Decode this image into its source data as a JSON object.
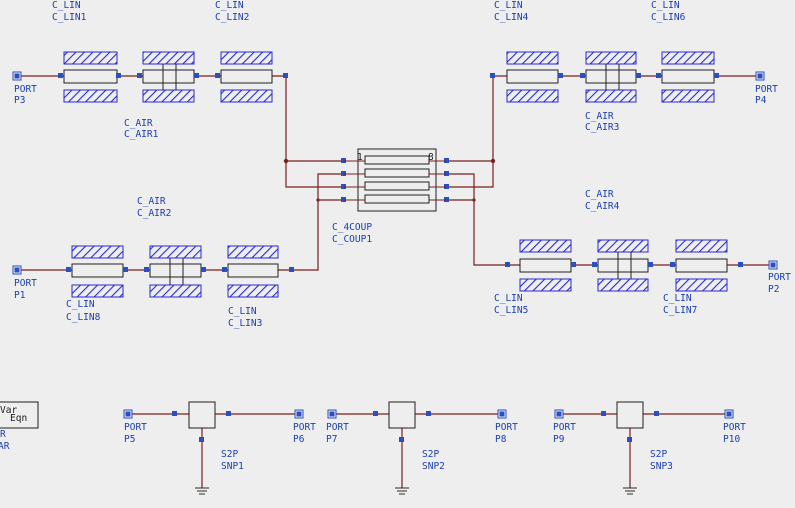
{
  "colors": {
    "background": "#eeeeee",
    "wire": "#7a1f1f",
    "component_stroke": "#202020",
    "label": "#1a3fb0",
    "hatch": "#2a2ad0",
    "pin": "#2a4fc0",
    "ground": "#2a2a2a"
  },
  "labels": {
    "c_lin1": [
      "C_LIN",
      "C_LIN1"
    ],
    "c_lin2": [
      "C_LIN",
      "C_LIN2"
    ],
    "c_lin4": [
      "C_LIN",
      "C_LIN4"
    ],
    "c_lin6": [
      "C_LIN",
      "C_LIN6"
    ],
    "c_air1": [
      "C_AIR",
      "C_AIR1"
    ],
    "c_air2": [
      "C_AIR",
      "C_AIR2"
    ],
    "c_air3": [
      "C_AIR",
      "C_AIR3"
    ],
    "c_air4": [
      "C_AIR",
      "C_AIR4"
    ],
    "c_coup1": [
      "C_4COUP",
      "C_COUP1"
    ],
    "c_lin8": [
      "C_LIN",
      "C_LIN8"
    ],
    "c_lin3": [
      "C_LIN",
      "C_LIN3"
    ],
    "c_lin5": [
      "C_LIN",
      "C_LIN5"
    ],
    "c_lin7": [
      "C_LIN",
      "C_LIN7"
    ],
    "port_p3": [
      "PORT",
      "P3"
    ],
    "port_p4": [
      "PORT",
      "P4"
    ],
    "port_p1": [
      "PORT",
      "P1"
    ],
    "port_p2": [
      "PORT",
      "P2"
    ],
    "port_p5": [
      "PORT",
      "P5"
    ],
    "port_p6": [
      "PORT",
      "P6"
    ],
    "port_p7": [
      "PORT",
      "P7"
    ],
    "port_p8": [
      "PORT",
      "P8"
    ],
    "port_p9": [
      "PORT",
      "P9"
    ],
    "port_p10": [
      "PORT",
      "P10"
    ],
    "snp1": [
      "S2P",
      "SNP1"
    ],
    "snp2": [
      "S2P",
      "SNP2"
    ],
    "snp3": [
      "S2P",
      "SNP3"
    ],
    "partial_var": [
      "R",
      "AR"
    ],
    "var_box": [
      "Var",
      "Eqn"
    ],
    "coupler_pin1": "1",
    "coupler_pin8": "8"
  }
}
